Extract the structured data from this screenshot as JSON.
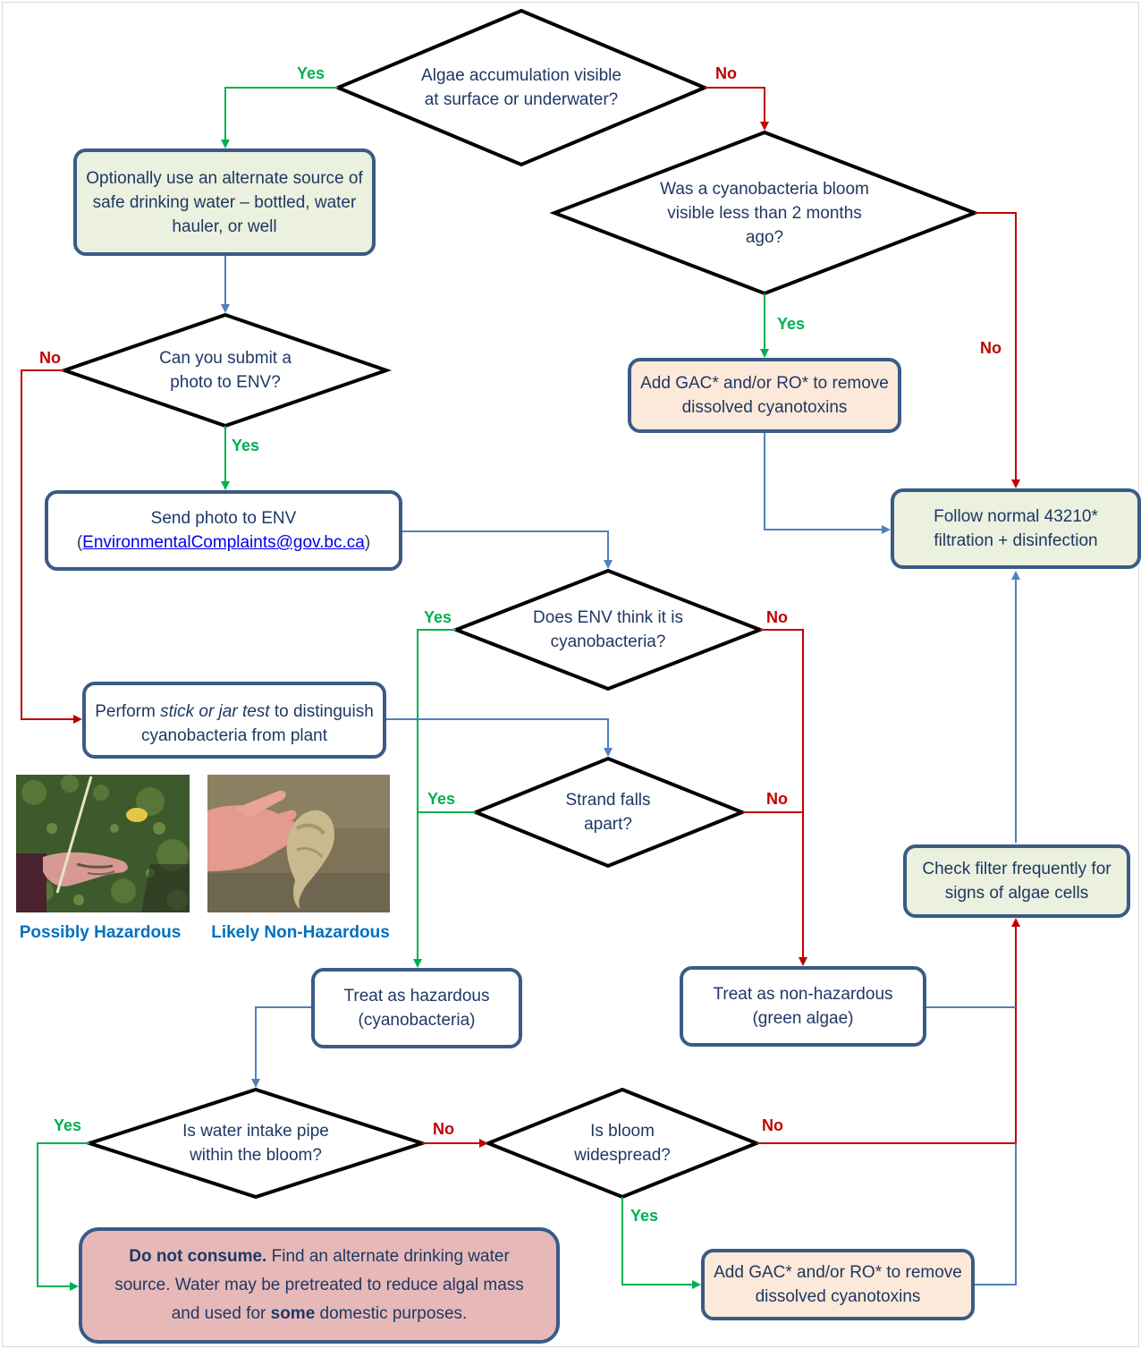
{
  "decisions": {
    "algae_visible": "Algae accumulation visible at surface or underwater?",
    "bloom_recent": "Was a cyanobacteria bloom visible less than 2 months ago?",
    "submit_photo": "Can you submit a photo to ENV?",
    "env_thinks": "Does ENV think it is cyanobacteria?",
    "strand_falls": "Strand falls apart?",
    "intake_in_bloom": "Is water intake pipe within the bloom?",
    "bloom_widespread": "Is bloom widespread?"
  },
  "boxes": {
    "alternate_source": "Optionally use an alternate source of safe drinking water – bottled, water hauler, or well",
    "add_gac_top": "Add GAC* and/or RO* to remove dissolved cyanotoxins",
    "follow_normal": "Follow normal 43210* filtration + disinfection",
    "send_photo": "Send photo to ENV",
    "send_photo_paren_open": "(",
    "send_photo_email": "EnvironmentalComplaints@gov.bc.ca",
    "send_photo_paren_close": ")",
    "perform_test_pre": "Perform ",
    "perform_test_em": "stick or jar test",
    "perform_test_post": " to distinguish cyanobacteria from plant",
    "check_filter": "Check filter frequently for signs of algae cells",
    "treat_hazardous": "Treat as hazardous (cyanobacteria)",
    "treat_nonhazardous": "Treat as non-hazardous (green algae)",
    "add_gac_bottom": "Add GAC* and/or RO* to remove dissolved cyanotoxins",
    "do_not_consume_bold": "Do not consume.",
    "do_not_consume_mid": " Find an alternate drinking water source. Water may be pretreated to reduce algal mass and used for ",
    "do_not_consume_some": "some",
    "do_not_consume_end": " domestic purposes."
  },
  "captions": {
    "possibly_hazardous": "Possibly Hazardous",
    "likely_nonhazardous": "Likely Non-Hazardous"
  },
  "labels": {
    "yes": "Yes",
    "no": "No"
  },
  "colors": {
    "yes_arrow": "#00b050",
    "no_arrow": "#c00000",
    "flow_arrow": "#4f81bd",
    "box_border": "#3a5b85",
    "text": "#1f3864"
  }
}
